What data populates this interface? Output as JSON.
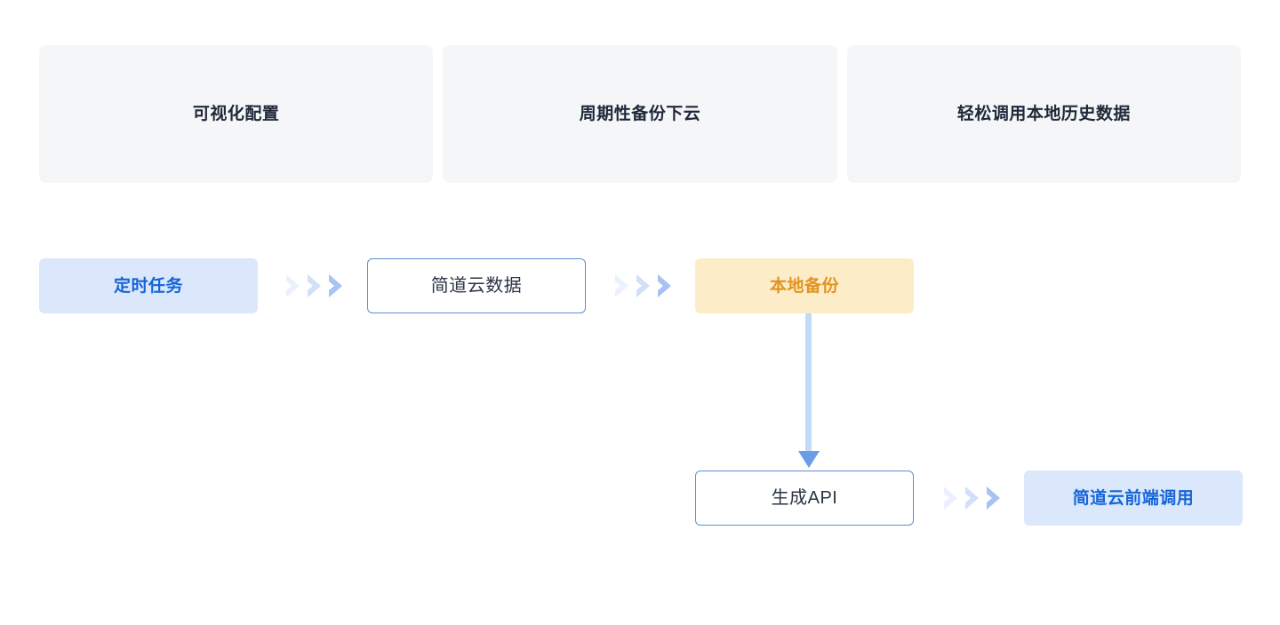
{
  "features": {
    "cards": [
      {
        "label": "可视化配置",
        "name": "feature-card-visual-config"
      },
      {
        "label": "周期性备份下云",
        "name": "feature-card-periodic-backup"
      },
      {
        "label": "轻松调用本地历史数据",
        "name": "feature-card-local-history"
      }
    ]
  },
  "flow": {
    "nodes": [
      {
        "label": "定时任务",
        "style": "fill-blue",
        "name": "flow-node-scheduled-task"
      },
      {
        "label": "简道云数据",
        "style": "outline",
        "name": "flow-node-jiandaoyun-data"
      },
      {
        "label": "本地备份",
        "style": "fill-amber",
        "name": "flow-node-local-backup"
      },
      {
        "label": "生成API",
        "style": "outline",
        "name": "flow-node-generate-api"
      },
      {
        "label": "简道云前端调用",
        "style": "fill-blue",
        "name": "flow-node-frontend-call"
      }
    ],
    "connectors": [
      {
        "type": "chevrons-right",
        "from": "定时任务",
        "to": "简道云数据"
      },
      {
        "type": "chevrons-right",
        "from": "简道云数据",
        "to": "本地备份"
      },
      {
        "type": "arrow-down",
        "from": "本地备份",
        "to": "生成API"
      },
      {
        "type": "chevrons-right",
        "from": "生成API",
        "to": "简道云前端调用"
      }
    ]
  },
  "colors": {
    "card_background": "#f5f6f8",
    "card_text": "#20293a",
    "node_blue_fill": "#dbe7fb",
    "node_blue_text": "#1565d8",
    "node_outline_border": "#5b8fd4",
    "node_outline_text": "#2b3445",
    "node_amber_fill": "#fcecc8",
    "node_amber_text": "#e2941f",
    "chevron": "#a8c2f2",
    "connector_line": "#c3dbf7",
    "connector_head": "#6a9de8",
    "page_background": "#ffffff"
  }
}
